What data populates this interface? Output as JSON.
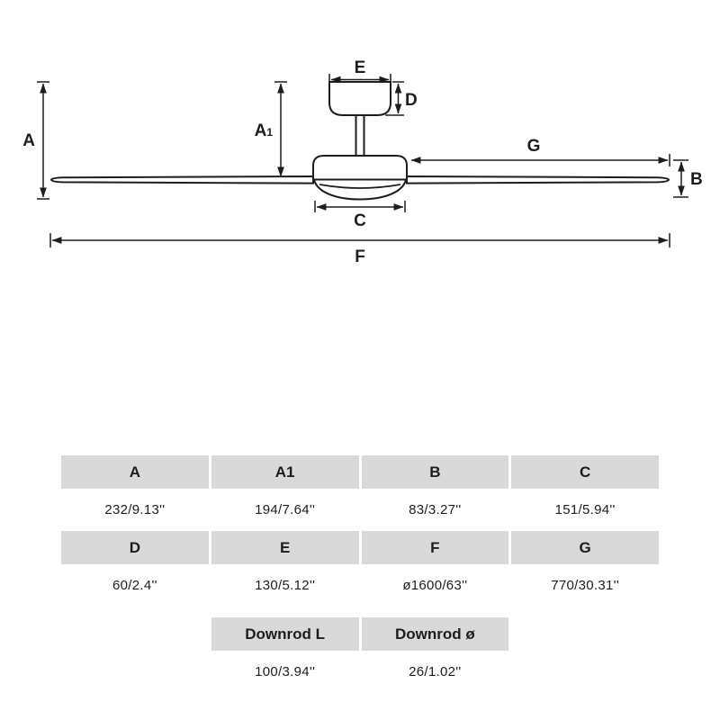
{
  "page": {
    "background": "#ffffff",
    "text_color": "#1d1d1b",
    "table_header_bg": "#d9d9d9"
  },
  "diagram": {
    "labels": {
      "A": "A",
      "A1_letter": "A",
      "A1_sub": "1",
      "B": "B",
      "C": "C",
      "D": "D",
      "E": "E",
      "F": "F",
      "G": "G"
    }
  },
  "table": {
    "row1": {
      "headers": [
        "A",
        "A1",
        "B",
        "C"
      ],
      "values": [
        "232/9.13''",
        "194/7.64''",
        "83/3.27''",
        "151/5.94''"
      ]
    },
    "row2": {
      "headers": [
        "D",
        "E",
        "F",
        "G"
      ],
      "values": [
        "60/2.4''",
        "130/5.12''",
        "ø1600/63''",
        "770/30.31''"
      ]
    },
    "row3": {
      "headers": [
        "Downrod L",
        "Downrod ø"
      ],
      "values": [
        "100/3.94''",
        "26/1.02''"
      ]
    }
  }
}
